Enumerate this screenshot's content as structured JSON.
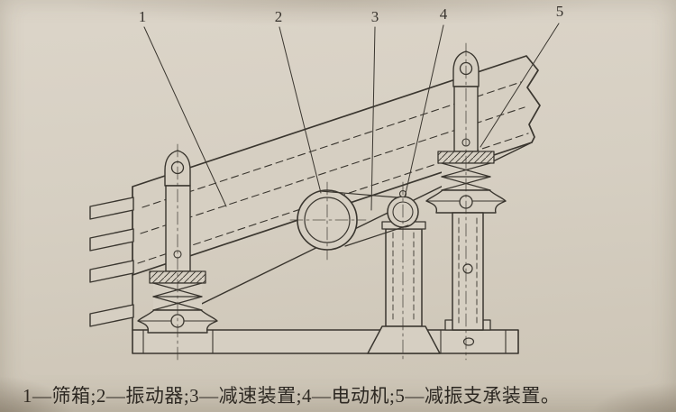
{
  "colors": {
    "paper": "#d6cfc2",
    "ink": "#3a362f"
  },
  "legend": {
    "entries": [
      {
        "num": "1",
        "name": "筛箱"
      },
      {
        "num": "2",
        "name": "振动器"
      },
      {
        "num": "3",
        "name": "减速装置"
      },
      {
        "num": "4",
        "name": "电动机"
      },
      {
        "num": "5",
        "name": "减振支承装置"
      }
    ],
    "text": "1—筛箱;2—振动器;3—减速装置;4—电动机;5—减振支承装置。"
  }
}
